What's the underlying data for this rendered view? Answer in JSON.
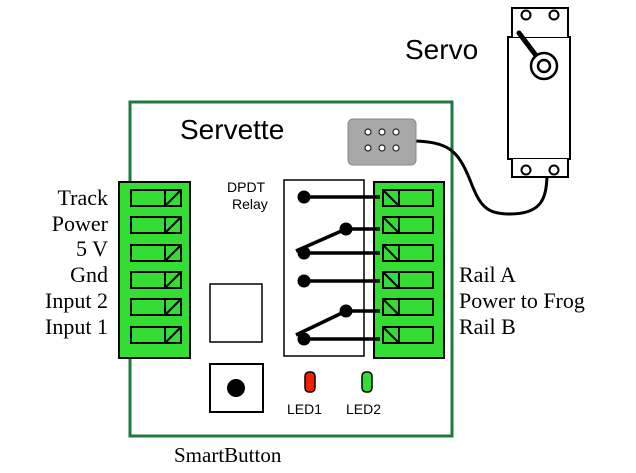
{
  "board": {
    "title": "Servette",
    "relay_label_line1": "DPDT",
    "relay_label_line2": "Relay",
    "led1_label": "LED1",
    "led2_label": "LED2",
    "button_label": "SmartButton"
  },
  "servo": {
    "label": "Servo"
  },
  "left_terminals": {
    "labels": [
      "Track",
      "Power",
      "5 V",
      "Gnd",
      "Input 2",
      "Input 1"
    ]
  },
  "right_terminals": {
    "labels": [
      "Rail A",
      "Power to Frog",
      "Rail B"
    ]
  },
  "colors": {
    "board_border": "#1e7a3c",
    "terminal_green": "#33dd33",
    "led1": "#ee2200",
    "led2": "#33dd33",
    "connector_gray": "#a8a8a8"
  }
}
